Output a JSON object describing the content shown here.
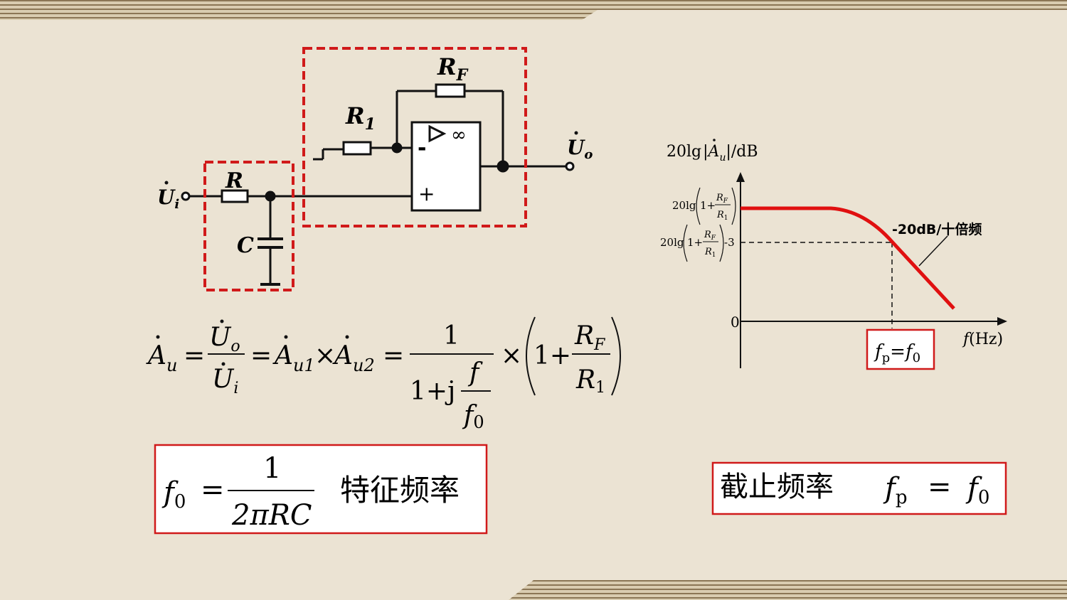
{
  "colors": {
    "background": "#ebe3d3",
    "wire": "#111111",
    "accent_red": "#d01a1a",
    "band_dark": "#7a6647",
    "band_light": "#d9ccb0"
  },
  "circuit": {
    "labels": {
      "rf": "R",
      "rf_sub": "F",
      "r1": "R",
      "r1_sub": "1",
      "r": "R",
      "c": "C",
      "ui": "U",
      "ui_sub": "i",
      "uo": "U",
      "uo_sub": "o",
      "opamp_inf": "∞",
      "minus": "-",
      "plus": "+"
    }
  },
  "formula_au": {
    "a": "A",
    "u": "u",
    "eq": "=",
    "uo_num": "U",
    "o": "o",
    "ui_den": "U",
    "i": "i",
    "au1": "A",
    "u1": "u1",
    "times": "×",
    "au2": "A",
    "u2": "u2",
    "one": "1",
    "one_plus_j": "1+j",
    "f": "f",
    "f0": "f",
    "zero": "0",
    "one_plus": "1+",
    "rf": "R",
    "F": "F",
    "r1": "R",
    "sub1": "1"
  },
  "formula_f0": {
    "f": "f",
    "zero": "0",
    "eq": "=",
    "one": "1",
    "den": "2πRC",
    "caption": "特征频率"
  },
  "formula_fp": {
    "caption": "截止频率",
    "f": "f",
    "p": "p",
    "eq": "=",
    "f0": "f",
    "zero": "0"
  },
  "bode": {
    "y_label_prefix": "20lg",
    "y_label_a": "A",
    "y_label_u": "u",
    "y_label_unit": "/dB",
    "x_label_f": "f",
    "x_label_unit": "(Hz)",
    "origin": "0",
    "level_prefix": "20lg",
    "level_one_plus": "1+",
    "level_rf": "R",
    "level_F": "F",
    "level_r1": "R",
    "level_1": "1",
    "level_minus3": "-3",
    "slope_label": "-20dB/十倍频",
    "corner_f": "f",
    "corner_p": "p",
    "corner_eq": "=",
    "corner_f0": "f",
    "corner_0": "0"
  }
}
